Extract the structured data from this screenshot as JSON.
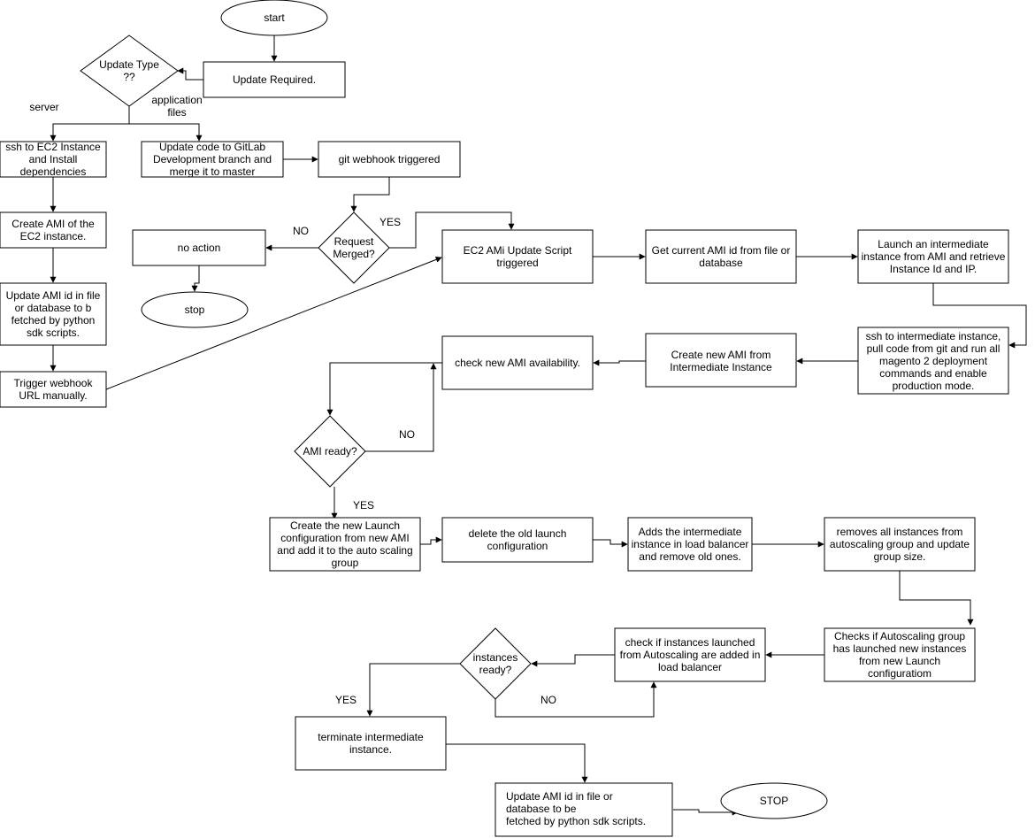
{
  "diagram": {
    "nodes": {
      "start": [
        "start"
      ],
      "update_required": [
        "Update Required."
      ],
      "update_type": [
        "Update Type",
        "??"
      ],
      "ssh_ec2": [
        "ssh to EC2 Instance",
        "and Install",
        "dependencies"
      ],
      "update_code": [
        "Update code to GitLab",
        "Development branch and",
        "merge it to master"
      ],
      "git_webhook": [
        "git webhook triggered"
      ],
      "create_ami_ec2": [
        "Create AMI of the",
        "EC2 instance."
      ],
      "update_ami_id": [
        "Update AMI id in file",
        "or database to b",
        "fetched by python",
        "sdk scripts."
      ],
      "trigger_webhook": [
        "Trigger webhook",
        "URL manually."
      ],
      "request_merged": [
        "Request",
        "Merged?"
      ],
      "no_action": [
        "no action"
      ],
      "stop_small": [
        "stop"
      ],
      "ec2_ami_script": [
        "EC2 AMi Update Script",
        "triggered"
      ],
      "get_ami_id": [
        "Get current AMI id from file or",
        "database"
      ],
      "launch_intermediate": [
        "Launch an intermediate",
        "instance from AMI and retrieve",
        "Instance Id and IP."
      ],
      "ssh_intermediate": [
        "ssh to intermediate instance,",
        "pull code from git and run all",
        "magento 2 deployment",
        "commands and enable",
        "production mode."
      ],
      "create_new_ami": [
        "Create new AMI from",
        "Intermediate Instance"
      ],
      "check_ami": [
        "check new AMI availability."
      ],
      "ami_ready": [
        "AMI ready?"
      ],
      "create_launch_config": [
        "Create the new Launch",
        "configuration from new AMI",
        "and add it to the auto scaling",
        "group"
      ],
      "delete_launch_config": [
        "delete the old launch",
        "configuration"
      ],
      "add_intermediate_lb": [
        "Adds the intermediate",
        "instance in load balancer",
        "and remove old ones."
      ],
      "remove_instances": [
        "removes all instances from",
        "autoscaling group and update",
        "group size."
      ],
      "check_autoscaling": [
        "Checks if Autoscaling  group",
        "has launched new instances",
        "from new Launch",
        "configuratiom"
      ],
      "check_instances_lb": [
        "check if instances launched",
        "from Autoscaling are added in",
        "load balancer"
      ],
      "instances_ready": [
        "instances",
        "ready?"
      ],
      "terminate_intermediate": [
        "terminate intermediate",
        "instance."
      ],
      "final_update_ami": [
        "Update AMI id in file or",
        "database to be",
        "fetched by python sdk scripts."
      ],
      "stop_final": [
        "STOP"
      ]
    },
    "edge_labels": {
      "server": "server",
      "application_files": [
        "application",
        "files"
      ],
      "merged_no": "NO",
      "merged_yes": "YES",
      "ami_no": "NO",
      "ami_yes": "YES",
      "instances_yes": "YES",
      "instances_no": "NO"
    }
  }
}
